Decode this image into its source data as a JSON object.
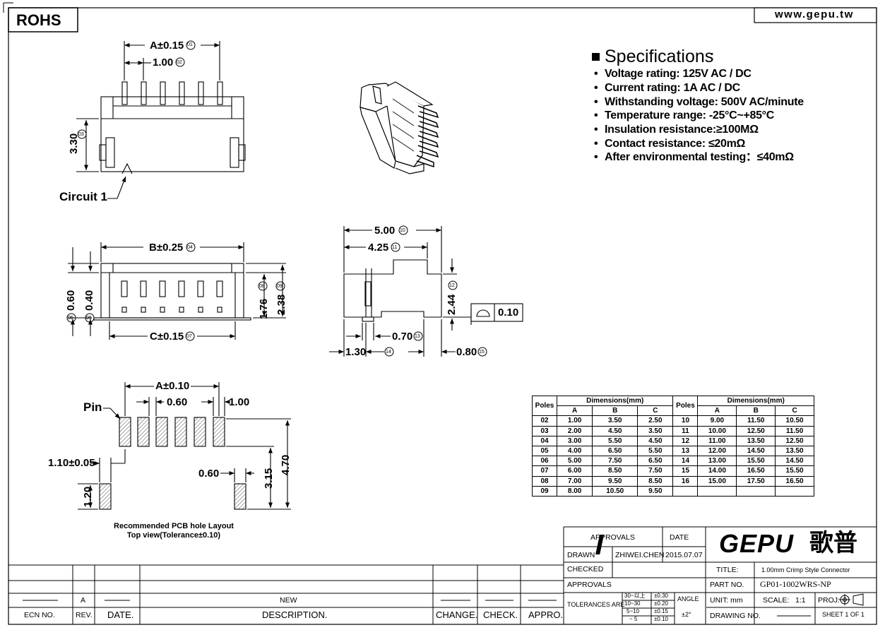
{
  "header": {
    "rohs": "ROHS",
    "website": "www.gepu.tw"
  },
  "specifications": {
    "heading": "Specifications",
    "heading_suffix": ":",
    "items": [
      "Voltage rating: 125V AC / DC",
      "Current rating: 1A AC / DC",
      "Withstanding voltage: 500V AC/minute",
      "Temperature range: -25°C~+85°C",
      "Insulation resistance:≥100MΩ",
      "Contact resistance: ≤20mΩ",
      "After environmental testing：≤40mΩ"
    ]
  },
  "top_view": {
    "dim_a": "A±0.15",
    "tag_a": "01",
    "pitch": "1.00",
    "tag_pitch": "02",
    "height": "3.30",
    "tag_height": "03",
    "circuit_label": "Circuit 1"
  },
  "front_view": {
    "dim_b": "B±0.25",
    "tag_b": "04",
    "dim_c": "C±0.15",
    "tag_c": "07",
    "d060": "0.60",
    "tag_060": "05",
    "d040": "0.40",
    "tag_040": "06",
    "d176": "1.76",
    "tag_176": "08",
    "d238": "2.38",
    "tag_238": "09"
  },
  "side_view": {
    "d500": "5.00",
    "tag_500": "10",
    "d425": "4.25",
    "tag_425": "11",
    "d244": "2.44",
    "tag_244": "12",
    "d070": "0.70",
    "tag_070": "13",
    "d130": "1.30",
    "tag_130": "14",
    "d080": "0.80",
    "tag_080": "15",
    "flatness": "0.10"
  },
  "pcb_layout": {
    "pin_label": "Pin",
    "dim_a": "A±0.10",
    "d060_pitch": "0.60",
    "d100": "1.00",
    "d110": "1.10±0.05",
    "d120": "1.20",
    "d060_side": "0.60",
    "d315": "3.15",
    "d470": "4.70",
    "caption_line1": "Recommended PCB hole Layout",
    "caption_line2": "Top view(Tolerance±0.10)"
  },
  "poles_table": {
    "poles_header": "Poles",
    "dims_header": "Dimensions(mm)",
    "cols": [
      "A",
      "B",
      "C"
    ],
    "left": [
      [
        "02",
        "1.00",
        "3.50",
        "2.50"
      ],
      [
        "03",
        "2.00",
        "4.50",
        "3.50"
      ],
      [
        "04",
        "3.00",
        "5.50",
        "4.50"
      ],
      [
        "05",
        "4.00",
        "6.50",
        "5.50"
      ],
      [
        "06",
        "5.00",
        "7.50",
        "6.50"
      ],
      [
        "07",
        "6.00",
        "8.50",
        "7.50"
      ],
      [
        "08",
        "7.00",
        "9.50",
        "8.50"
      ],
      [
        "09",
        "8.00",
        "10.50",
        "9.50"
      ]
    ],
    "right": [
      [
        "10",
        "9.00",
        "11.50",
        "10.50"
      ],
      [
        "11",
        "10.00",
        "12.50",
        "11.50"
      ],
      [
        "12",
        "11.00",
        "13.50",
        "12.50"
      ],
      [
        "13",
        "12.00",
        "14.50",
        "13.50"
      ],
      [
        "14",
        "13.00",
        "15.50",
        "14.50"
      ],
      [
        "15",
        "14.00",
        "16.50",
        "15.50"
      ],
      [
        "16",
        "15.00",
        "17.50",
        "16.50"
      ],
      [
        "",
        "",
        "",
        ""
      ]
    ]
  },
  "title_block": {
    "approvals_header": "APPROVALS",
    "date_header": "DATE",
    "drawn_label": "DRAWN",
    "drawn_name": "ZHIWEI.CHEN",
    "drawn_date": "2015.07.07",
    "checked_label": "CHECKED",
    "approvals_label": "APPROVALS",
    "tolerances_label": "TOLERANCES ARE",
    "tol_ranges": [
      "30~以上",
      "10~30",
      "5~10",
      "~ 5"
    ],
    "tol_values": [
      "±0.30",
      "±0.20",
      "±0.15",
      "±0.10"
    ],
    "angle_label": "ANGLE",
    "angle_value": "±2°",
    "logo_text": "GEPU",
    "logo_cjk": "歌普",
    "title_label": "TITLE:",
    "title_value": "1.00mm Crimp Style Connector",
    "part_label": "PART NO.",
    "part_value": "GP01-1002WRS-NP",
    "unit_label": "UNIT: mm",
    "scale_label": "SCALE:",
    "scale_value": "1:1",
    "proj_label": "PROJ:",
    "drawing_label": "DRAWING NO.",
    "sheet_value": "SHEET 1 OF 1"
  },
  "revision_block": {
    "rev_value": "A",
    "desc_value": "NEW",
    "ecn_label": "ECN NO.",
    "rev_label": "REV.",
    "date_label": "DATE.",
    "desc_label": "DESCRIPTION.",
    "change_label": "CHANGE.",
    "check_label": "CHECK.",
    "appro_label": "APPRO."
  }
}
